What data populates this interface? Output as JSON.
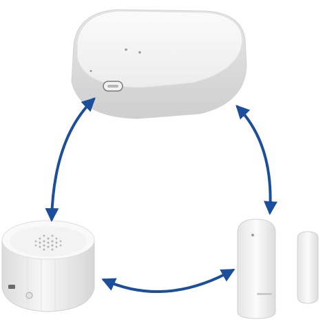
{
  "scene": {
    "background": "#ffffff",
    "arrow_color": "#1b4f9c",
    "devices": [
      {
        "name": "zigbee-gateway-hub",
        "color": "#f2f2f2"
      },
      {
        "name": "siren-alarm",
        "color": "#f3f3f3"
      },
      {
        "name": "door-window-sensor",
        "color": "#f5f5f5"
      }
    ],
    "connections": [
      {
        "from": "zigbee-gateway-hub",
        "to": "siren-alarm",
        "style": "double-headed-arrow"
      },
      {
        "from": "zigbee-gateway-hub",
        "to": "door-window-sensor",
        "style": "double-headed-arrow"
      },
      {
        "from": "siren-alarm",
        "to": "door-window-sensor",
        "style": "double-headed-arrow"
      }
    ]
  }
}
